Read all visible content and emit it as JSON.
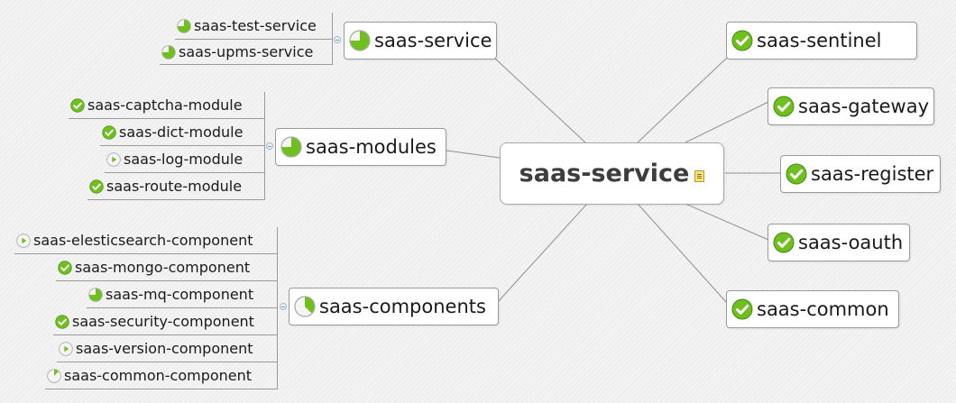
{
  "root": {
    "label": "saas-service",
    "icon": "note-icon"
  },
  "right_nodes": [
    {
      "label": "saas-sentinel",
      "icon": "check-icon"
    },
    {
      "label": "saas-gateway",
      "icon": "check-icon"
    },
    {
      "label": "saas-register",
      "icon": "check-icon"
    },
    {
      "label": "saas-oauth",
      "icon": "check-icon"
    },
    {
      "label": "saas-common",
      "icon": "check-icon"
    }
  ],
  "left_nodes": [
    {
      "label": "saas-service",
      "icon": "progress-icon",
      "progress": 0.75,
      "children": [
        {
          "label": "saas-test-service",
          "icon": "progress-icon",
          "progress": 0.75
        },
        {
          "label": "saas-upms-service",
          "icon": "progress-icon",
          "progress": 0.75
        }
      ]
    },
    {
      "label": "saas-modules",
      "icon": "progress-icon",
      "progress": 0.75,
      "children": [
        {
          "label": "saas-captcha-module",
          "icon": "check-icon"
        },
        {
          "label": "saas-dict-module",
          "icon": "check-icon"
        },
        {
          "label": "saas-log-module",
          "icon": "play-icon"
        },
        {
          "label": "saas-route-module",
          "icon": "check-icon"
        }
      ]
    },
    {
      "label": "saas-components",
      "icon": "progress-icon",
      "progress": 0.375,
      "children": [
        {
          "label": "saas-elesticsearch-component",
          "icon": "play-icon"
        },
        {
          "label": "saas-mongo-component",
          "icon": "check-icon"
        },
        {
          "label": "saas-mq-component",
          "icon": "progress-icon",
          "progress": 0.75
        },
        {
          "label": "saas-security-component",
          "icon": "check-icon"
        },
        {
          "label": "saas-version-component",
          "icon": "play-icon"
        },
        {
          "label": "saas-common-component",
          "icon": "progress-icon",
          "progress": 0.125
        }
      ]
    }
  ],
  "colors": {
    "green": "#6fbf1f",
    "green_dark": "#3d8d0a",
    "gray_fill": "#f5f5f5",
    "line": "#8f8f8f"
  }
}
